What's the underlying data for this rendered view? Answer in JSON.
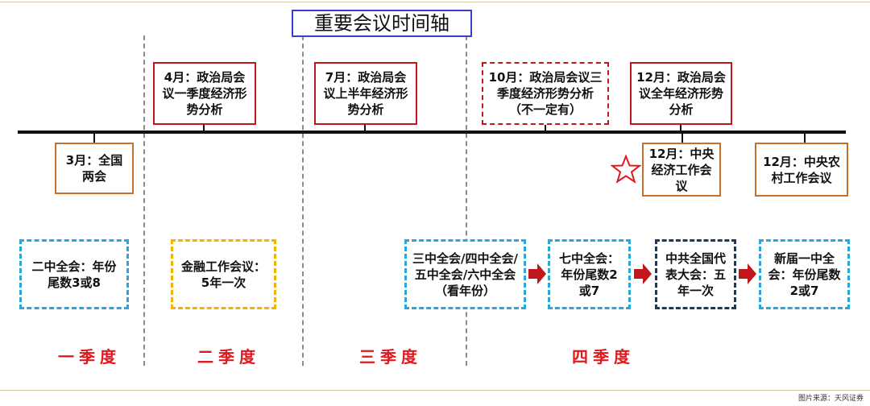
{
  "title": "重要会议时间轴",
  "events_above": [
    {
      "text": "4月：政治局会议一季度经济形势分析",
      "style": "solid"
    },
    {
      "text": "7月：政治局会议上半年经济形势分析",
      "style": "solid"
    },
    {
      "text": "10月：政治局会议三季度经济形势分析（不一定有）",
      "style": "dashed"
    },
    {
      "text": "12月：政治局会议全年经济形势分析",
      "style": "solid"
    }
  ],
  "events_below": [
    {
      "text": "3月：全国两会"
    },
    {
      "text": "12月：中央经济工作会议",
      "marked": "star-icon"
    },
    {
      "text": "12月：中央农村工作会议"
    }
  ],
  "cycle_meetings": [
    {
      "text": "二中全会：年份尾数3或8",
      "color": "#29a7dd"
    },
    {
      "text": "金融工作会议：5年一次",
      "color": "#f2b400"
    },
    {
      "text": "三中全会/四中全会/五中全会/六中全会（看年份）",
      "color": "#29a7dd"
    },
    {
      "text": "七中全会：年份尾数2或7",
      "color": "#29a7dd"
    },
    {
      "text": "中共全国代表大会：五年一次",
      "color": "#1c3a5e"
    },
    {
      "text": "新届一中全会：年份尾数2或7",
      "color": "#29a7dd"
    }
  ],
  "quarters": [
    "一季度",
    "二季度",
    "三季度",
    "四季度"
  ],
  "source": "图片来源：天风证券",
  "colors": {
    "red": "#c0161c",
    "orange": "#c5702b",
    "cyan": "#29a7dd",
    "yellow": "#f2b400",
    "navy": "#1c3a5e",
    "quarter_text": "#e0191f"
  }
}
